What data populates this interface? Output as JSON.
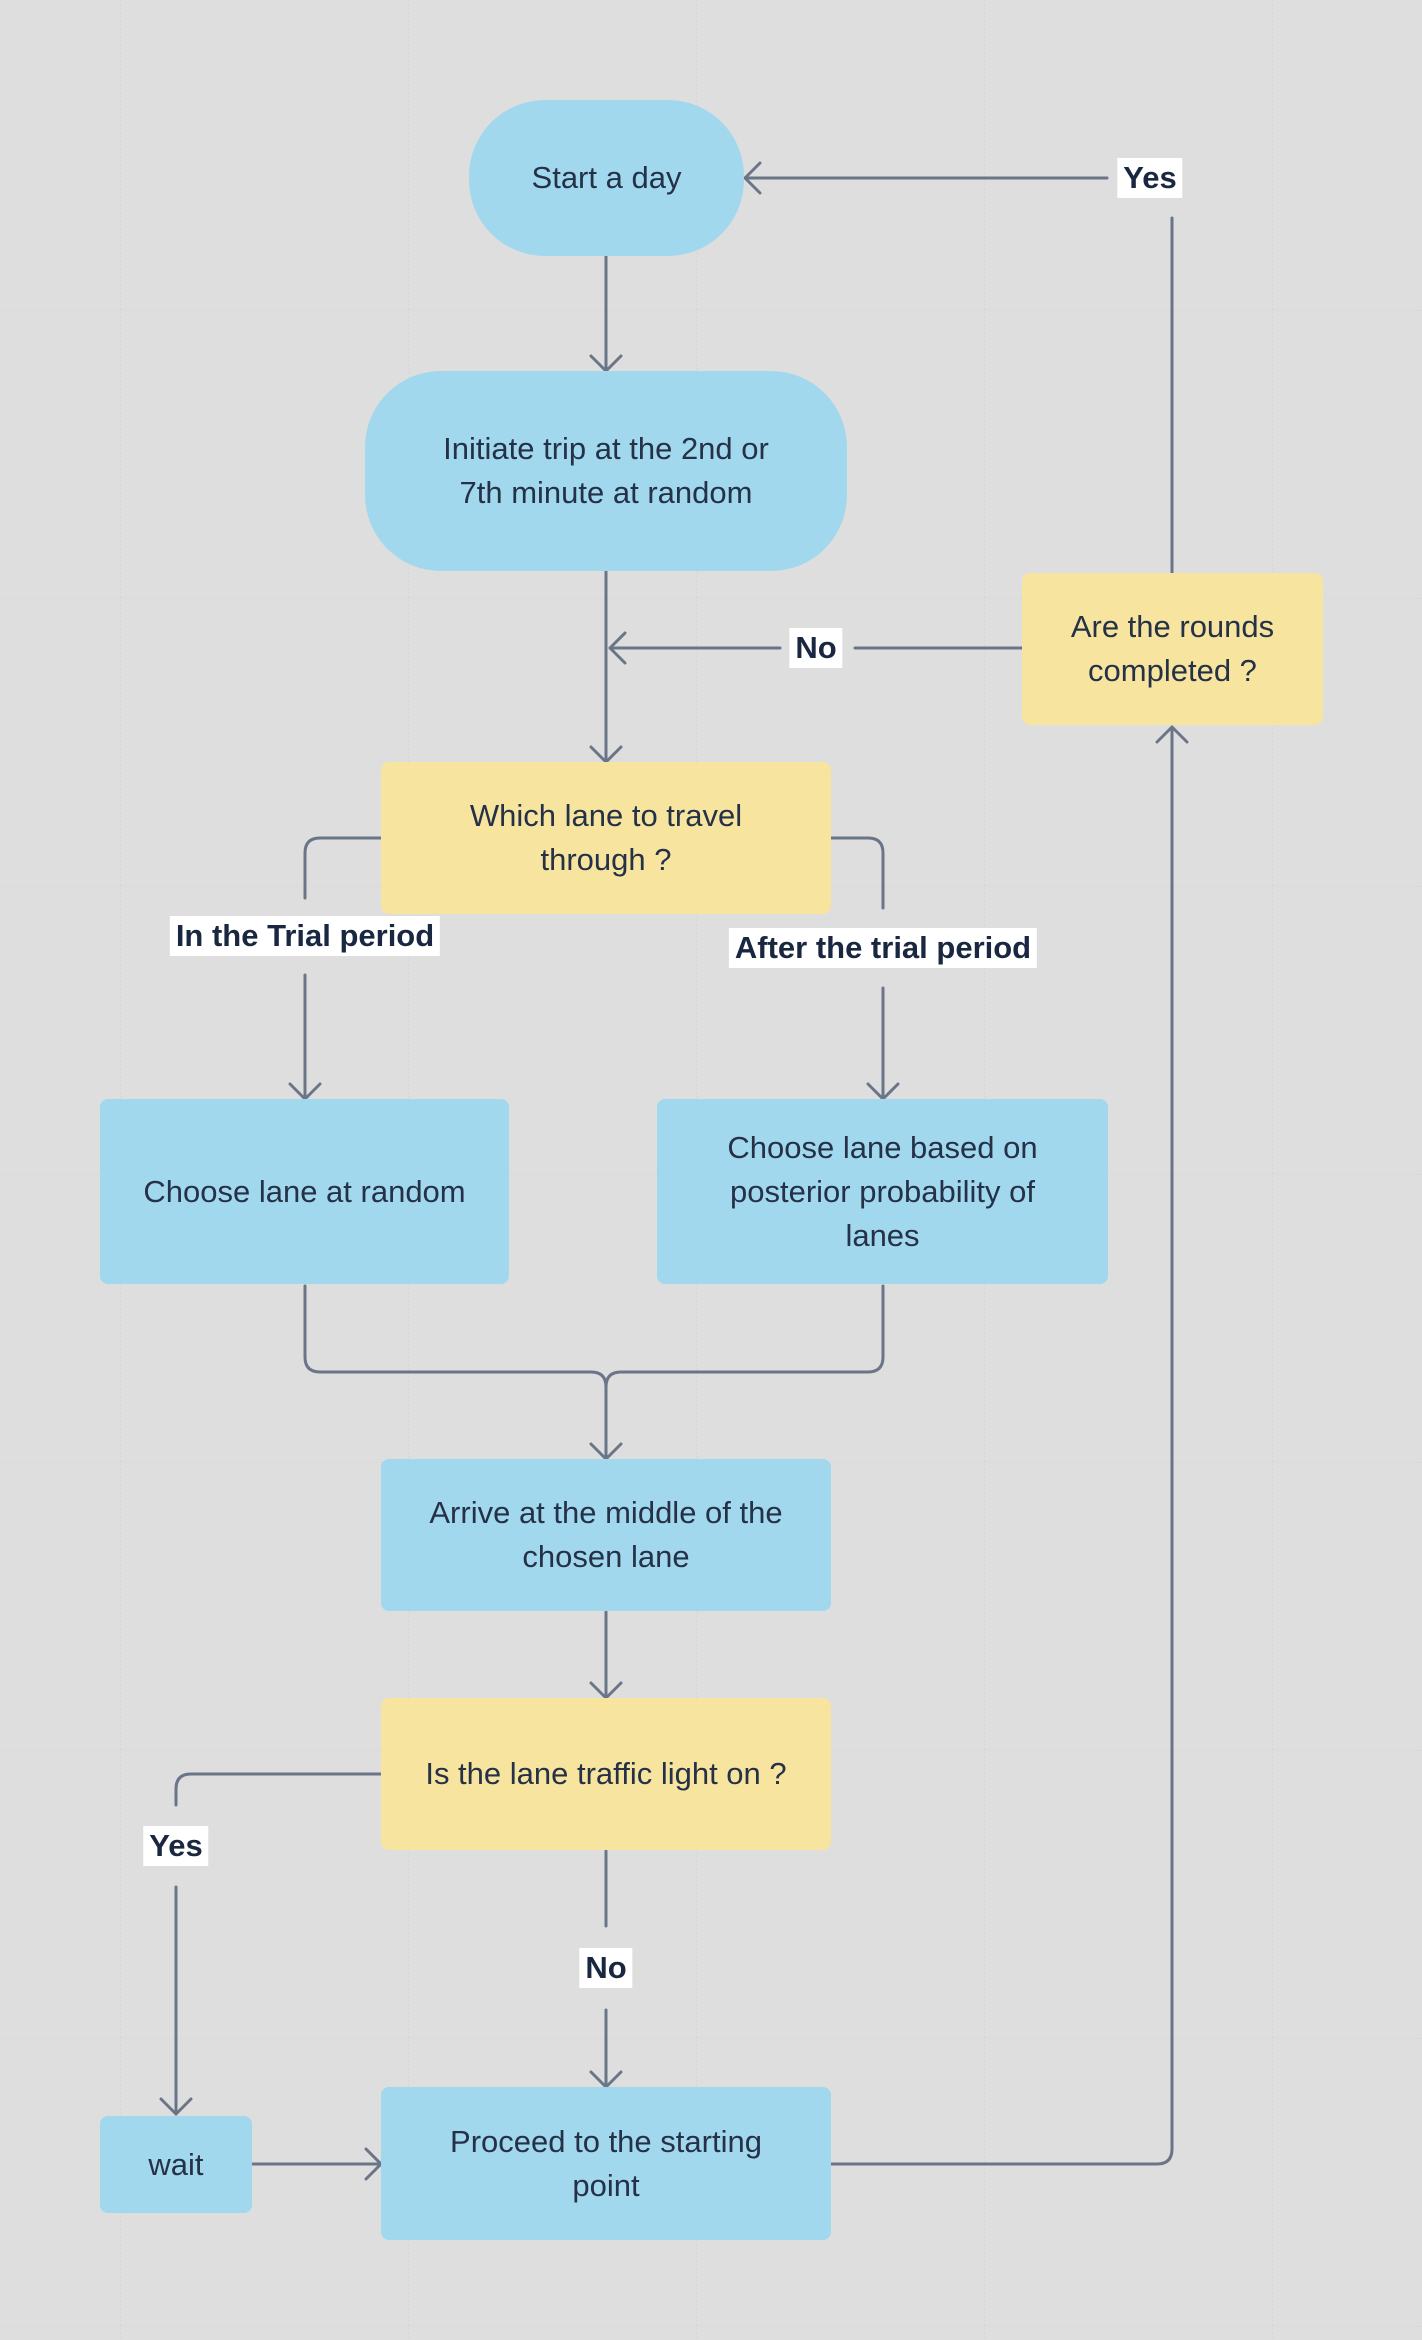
{
  "nodes": {
    "start": "Start a day",
    "initiate": "Initiate trip at the 2nd or 7th minute at random",
    "which_lane": "Which lane to travel through ?",
    "rounds": "Are the rounds completed ?",
    "random_lane": "Choose lane at random",
    "posterior_lane": "Choose lane based on posterior probability of lanes",
    "arrive": "Arrive at the middle of the chosen lane",
    "traffic_light": "Is the lane traffic light on ?",
    "wait": "wait",
    "proceed": "Proceed to the starting point"
  },
  "edge_labels": {
    "rounds_yes": "Yes",
    "rounds_no": "No",
    "trial": "In the Trial period",
    "after_trial": "After the trial period",
    "light_yes": "Yes",
    "light_no": "No"
  },
  "colors": {
    "process": "#a1d8ee",
    "decision": "#f7e49f",
    "connector": "#6b7588",
    "text": "#253147"
  }
}
